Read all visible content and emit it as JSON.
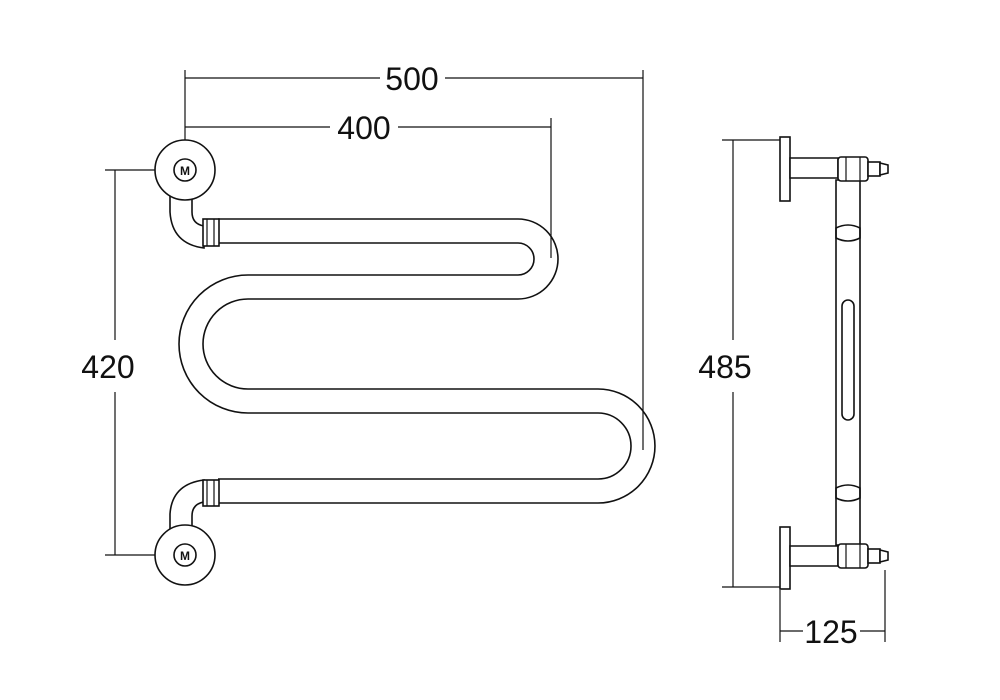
{
  "dimensions": {
    "overall_width": "500",
    "centre_width": "400",
    "centre_height": "420",
    "overall_height": "485",
    "projection": "125"
  },
  "valve_symbol": "M"
}
